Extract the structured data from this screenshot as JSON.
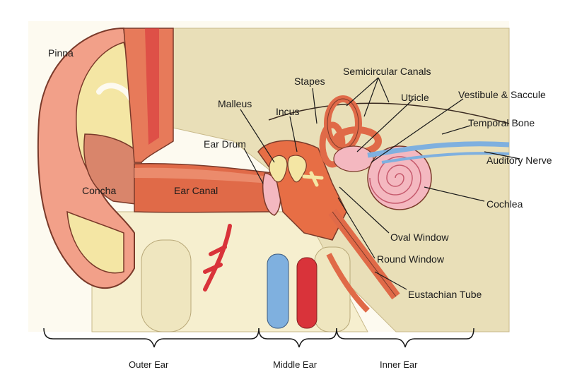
{
  "labels": {
    "pinna": "Pinna",
    "concha": "Concha",
    "ear_canal": "Ear Canal",
    "ear_drum": "Ear Drum",
    "malleus": "Malleus",
    "incus": "Incus",
    "stapes": "Stapes",
    "semicircular_canals": "Semicircular Canals",
    "utricle": "Utricle",
    "vestibule_saccule": "Vestibule & Saccule",
    "temporal_bone": "Temporal Bone",
    "auditory_nerve": "Auditory Nerve",
    "cochlea": "Cochlea",
    "oval_window": "Oval Window",
    "round_window": "Round Window",
    "eustachian_tube": "Eustachian Tube"
  },
  "sections": {
    "outer": "Outer Ear",
    "middle": "Middle Ear",
    "inner": "Inner Ear"
  },
  "colors": {
    "skin": "#f2a089",
    "skin_dark": "#d9735d",
    "cartilage": "#f4e6a4",
    "bone": "#efe6bf",
    "bone_bg": "#e9dfb8",
    "canal": "#e77a5a",
    "canal_dark": "#c65a3d",
    "middle_cavity": "#e76e45",
    "inner_pink": "#f4b8c0",
    "nerve_blue": "#7fb0df",
    "vessel_red": "#d9333a",
    "outline": "#5a2d22"
  }
}
